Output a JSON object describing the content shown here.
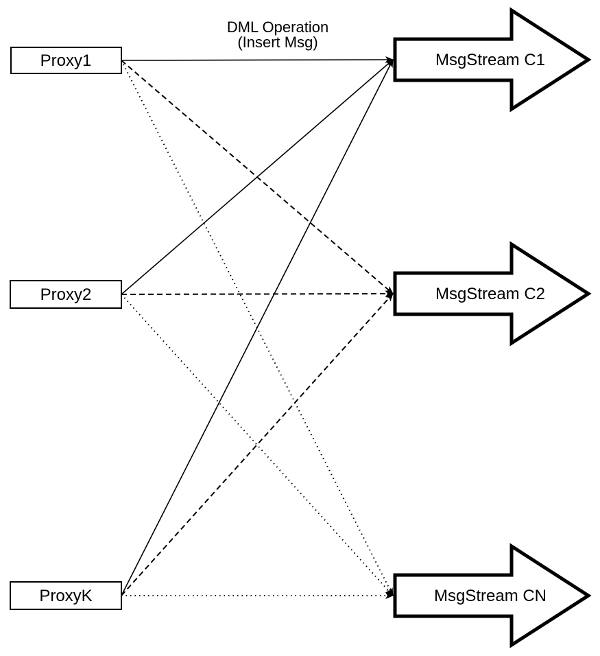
{
  "diagram": {
    "title_line1": "DML Operation",
    "title_line2": "(Insert Msg)",
    "proxies": [
      {
        "id": "proxy1",
        "label": "Proxy1"
      },
      {
        "id": "proxy2",
        "label": "Proxy2"
      },
      {
        "id": "proxyk",
        "label": "ProxyK"
      }
    ],
    "streams": [
      {
        "id": "c1",
        "label": "MsgStream C1"
      },
      {
        "id": "c2",
        "label": "MsgStream C2"
      },
      {
        "id": "cn",
        "label": "MsgStream CN"
      }
    ],
    "edges": [
      {
        "from": "proxy1",
        "to": "c1",
        "style": "solid"
      },
      {
        "from": "proxy1",
        "to": "c2",
        "style": "dashed"
      },
      {
        "from": "proxy1",
        "to": "cn",
        "style": "dotted"
      },
      {
        "from": "proxy2",
        "to": "c1",
        "style": "solid"
      },
      {
        "from": "proxy2",
        "to": "c2",
        "style": "dashed"
      },
      {
        "from": "proxy2",
        "to": "cn",
        "style": "dotted"
      },
      {
        "from": "proxyk",
        "to": "c1",
        "style": "solid"
      },
      {
        "from": "proxyk",
        "to": "c2",
        "style": "dashed"
      },
      {
        "from": "proxyk",
        "to": "cn",
        "style": "dotted"
      }
    ],
    "colors": {
      "stroke": "#000000",
      "fill": "#ffffff",
      "background": "#ffffff"
    }
  }
}
